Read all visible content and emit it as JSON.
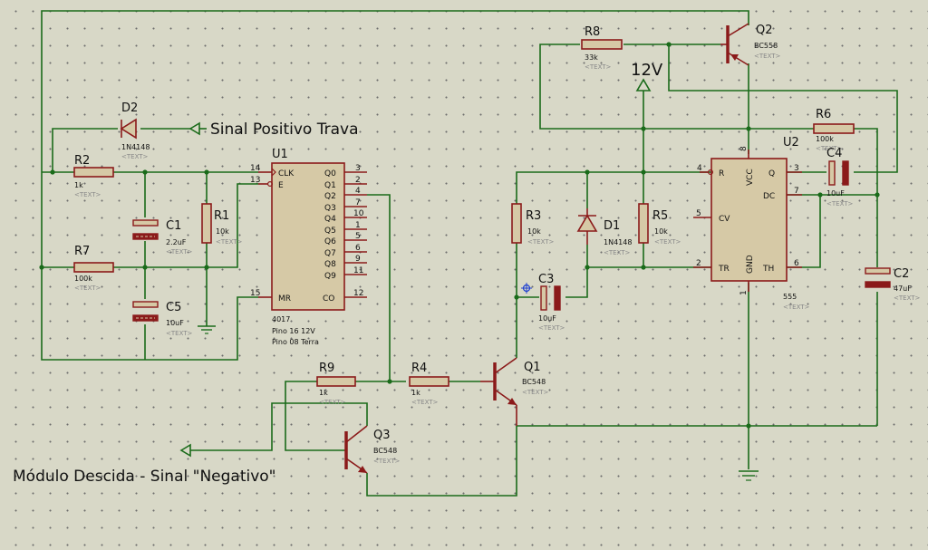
{
  "labels": {
    "signal_positive": "Sinal Positivo Trava",
    "module_title": "Módulo Descida - Sinal \"Negativo\"",
    "supply": "12V"
  },
  "placeholder": "<TEXT>",
  "components": {
    "R2": {
      "ref": "R2",
      "value": "1k"
    },
    "R7": {
      "ref": "R7",
      "value": "100k"
    },
    "R1": {
      "ref": "R1",
      "value": "10k"
    },
    "C1": {
      "ref": "C1",
      "value": "2.2uF"
    },
    "C5": {
      "ref": "C5",
      "value": "10uF"
    },
    "D2": {
      "ref": "D2",
      "value": "1N4148"
    },
    "U1": {
      "ref": "U1",
      "value": "4017",
      "note1": "Pino 16 12V",
      "note2": "Pino 08 Terra"
    },
    "R9": {
      "ref": "R9",
      "value": "1k"
    },
    "R4": {
      "ref": "R4",
      "value": "1k"
    },
    "Q1": {
      "ref": "Q1",
      "value": "BC548"
    },
    "Q3": {
      "ref": "Q3",
      "value": "BC548"
    },
    "R3": {
      "ref": "R3",
      "value": "10k"
    },
    "C3": {
      "ref": "C3",
      "value": "10uF"
    },
    "D1": {
      "ref": "D1",
      "value": "1N4148"
    },
    "R5": {
      "ref": "R5",
      "value": "10k"
    },
    "R8": {
      "ref": "R8",
      "value": "33k"
    },
    "Q2": {
      "ref": "Q2",
      "value": "BC558"
    },
    "U2": {
      "ref": "U2",
      "value": "555"
    },
    "R6": {
      "ref": "R6",
      "value": "100k"
    },
    "C4": {
      "ref": "C4",
      "value": "10uF"
    },
    "C2": {
      "ref": "C2",
      "value": "47uF"
    }
  },
  "u1_pins": {
    "left": [
      {
        "num": "14",
        "name": "CLK"
      },
      {
        "num": "13",
        "name": "E"
      },
      {
        "num": "15",
        "name": "MR"
      }
    ],
    "right": [
      {
        "num": "3",
        "name": "Q0"
      },
      {
        "num": "2",
        "name": "Q1"
      },
      {
        "num": "4",
        "name": "Q2"
      },
      {
        "num": "7",
        "name": "Q3"
      },
      {
        "num": "10",
        "name": "Q4"
      },
      {
        "num": "1",
        "name": "Q5"
      },
      {
        "num": "5",
        "name": "Q6"
      },
      {
        "num": "6",
        "name": "Q7"
      },
      {
        "num": "9",
        "name": "Q8"
      },
      {
        "num": "11",
        "name": "Q9"
      },
      {
        "num": "12",
        "name": "CO"
      }
    ]
  },
  "u2_pins": {
    "R": "R",
    "R_num": "4",
    "CV": "CV",
    "CV_num": "5",
    "TR": "TR",
    "TR_num": "2",
    "VCC": "VCC",
    "VCC_num": "8",
    "GND": "GND",
    "GND_num": "1",
    "Q": "Q",
    "Q_num": "3",
    "DC": "DC",
    "DC_num": "7",
    "TH": "TH",
    "TH_num": "6"
  }
}
